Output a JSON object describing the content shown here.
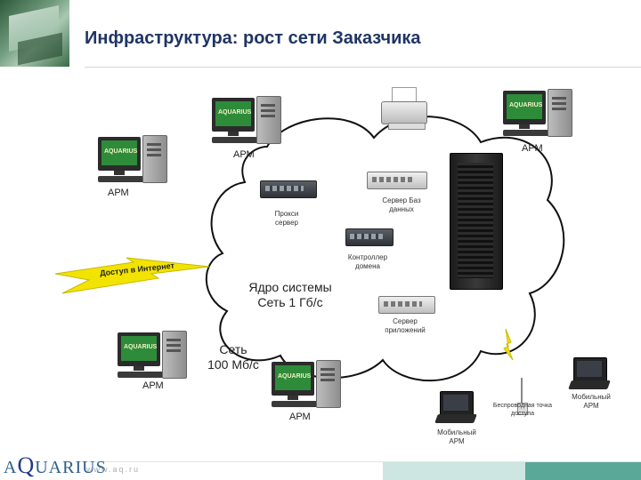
{
  "header": {
    "title": "Инфраструктура: рост сети Заказчика"
  },
  "colors": {
    "title": "#1f3564",
    "cloud_stroke": "#111111",
    "bolt": "#f2e400",
    "footer_accent": "#5aa897"
  },
  "workstations": {
    "arm_top_left": "АРМ",
    "arm_top_right": "АРМ",
    "arm_left": "АРМ",
    "arm_bottom_left": "АРМ",
    "arm_bottom": "АРМ",
    "screen_logo": "AQUARIUS"
  },
  "servers": {
    "proxy": [
      "Прокси",
      "сервер"
    ],
    "db": [
      "Сервер Баз",
      "данных"
    ],
    "dc": [
      "Контроллер",
      "домена"
    ],
    "app": [
      "Сервер",
      "приложений"
    ]
  },
  "network": {
    "core": [
      "Ядро системы",
      "Сеть 1 Гб/с"
    ],
    "lan": [
      "Сеть",
      "100 Мб/с"
    ],
    "internet": "Доступ в Интернет"
  },
  "wireless": {
    "ap": [
      "Беспроводная точка",
      "доступа"
    ],
    "mobile_1": [
      "Мобильный",
      "АРМ"
    ],
    "mobile_2": [
      "Мобильный",
      "АРМ"
    ]
  },
  "footer": {
    "brand_a": "A",
    "brand_q": "Q",
    "brand_rest": "UARIUS",
    "url": "www.aq.ru"
  }
}
